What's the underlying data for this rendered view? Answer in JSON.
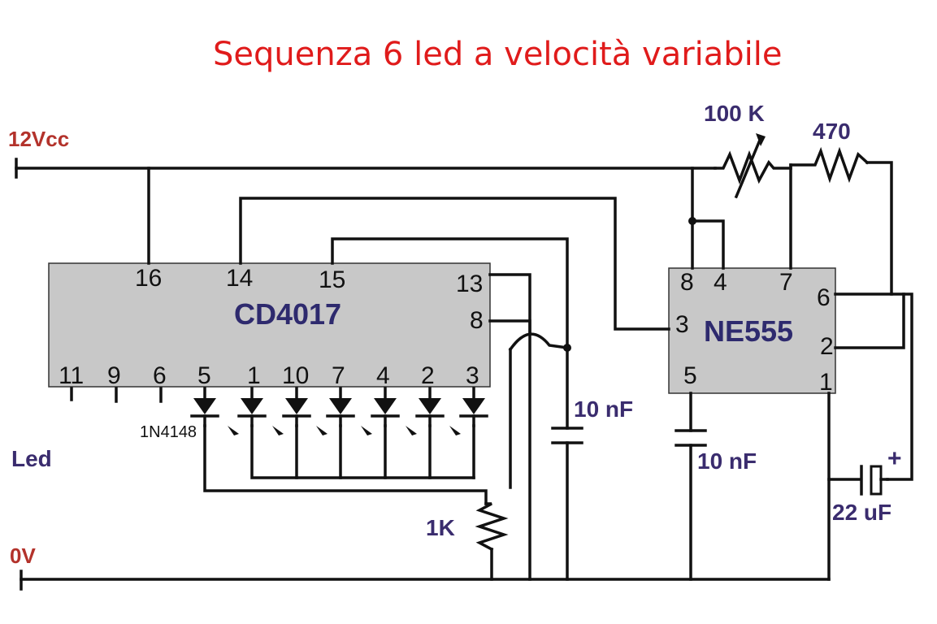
{
  "title": "Sequenza 6 led a velocità variabile",
  "rails": {
    "vcc": "12Vcc",
    "gnd": "0V"
  },
  "led_label": "Led",
  "diode_label": "1N4148",
  "cd4017": {
    "name": "CD4017",
    "top_pins": [
      "16",
      "14",
      "15"
    ],
    "right_pins": [
      "13",
      "8"
    ],
    "bottom_pins": [
      "11",
      "9",
      "6",
      "5",
      "1",
      "10",
      "7",
      "4",
      "2",
      "3"
    ]
  },
  "ne555": {
    "name": "NE555",
    "top_pins": [
      "8",
      "4",
      "7"
    ],
    "left_pin": "3",
    "bottom_pin": "5",
    "right_pins": [
      "6",
      "2",
      "1"
    ]
  },
  "components": {
    "pot": "100 K",
    "r470": "470",
    "r1k": "1K",
    "c1": "10 nF",
    "c2": "10 nF",
    "c3": "22 uF",
    "c3_polarity": "+"
  },
  "colors": {
    "title": "#e01b1b",
    "rail_label": "#b3322b",
    "component_label": "#3a2c6e",
    "ic_body": "#c8c8c8"
  }
}
